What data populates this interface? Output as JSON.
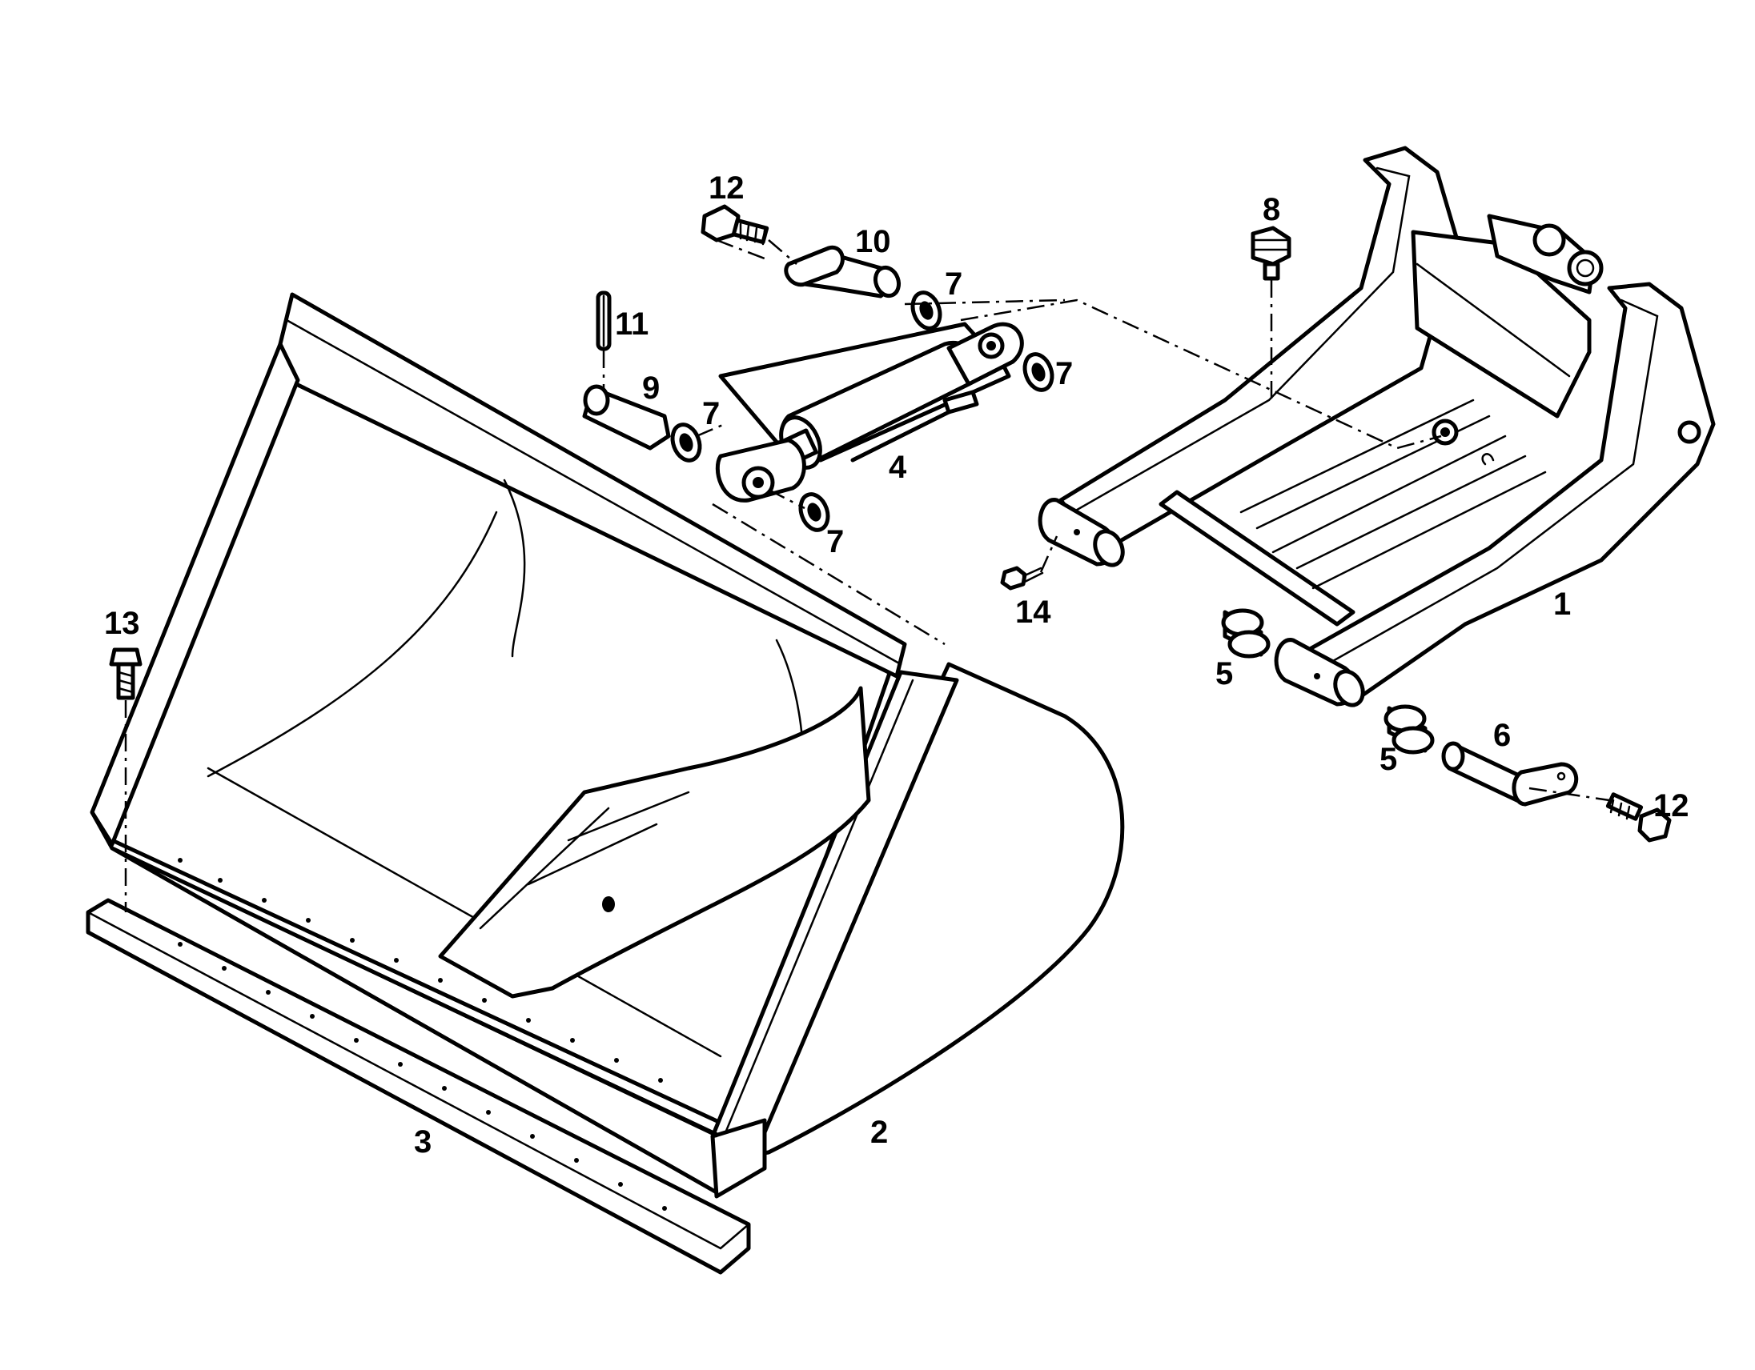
{
  "callouts": {
    "c1": "1",
    "c2": "2",
    "c3": "3",
    "c4": "4",
    "c5a": "5",
    "c5b": "5",
    "c6": "6",
    "c7a": "7",
    "c7b": "7",
    "c7c": "7",
    "c7d": "7",
    "c8": "8",
    "c9": "9",
    "c10": "10",
    "c11": "11",
    "c12a": "12",
    "c12b": "12",
    "c13": "13",
    "c14": "14"
  }
}
